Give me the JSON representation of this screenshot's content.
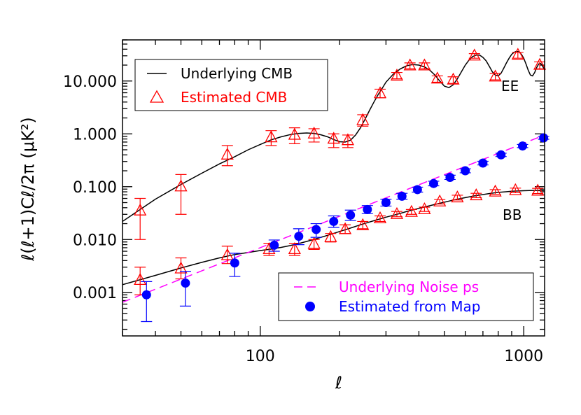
{
  "chart_data": {
    "type": "line",
    "title": "",
    "xlabel": "ℓ",
    "ylabel": "ℓ(ℓ+1)Cℓ/2π (μK²)",
    "x_scale": "log",
    "y_scale": "log",
    "xlim": [
      30,
      1200
    ],
    "ylim": [
      0.00015,
      60
    ],
    "x_ticks": [
      {
        "value": 100,
        "label": "100"
      },
      {
        "value": 1000,
        "label": "1000"
      }
    ],
    "y_ticks": [
      {
        "value": 0.001,
        "label": "0.001"
      },
      {
        "value": 0.01,
        "label": "0.010"
      },
      {
        "value": 0.1,
        "label": "0.100"
      },
      {
        "value": 1,
        "label": "1.000"
      },
      {
        "value": 10,
        "label": "10.000"
      }
    ],
    "curve_labels": {
      "ee": "EE",
      "bb": "BB"
    },
    "legend_top": {
      "position": "top-left",
      "entries": [
        {
          "label": "Underlying CMB",
          "color": "#000000",
          "marker": "line"
        },
        {
          "label": "Estimated CMB",
          "color": "#ff0000",
          "marker": "triangle"
        }
      ]
    },
    "legend_bottom": {
      "position": "bottom-right",
      "entries": [
        {
          "label": "Underlying Noise ps",
          "color": "#ff00ff",
          "marker": "dashed-line"
        },
        {
          "label": "Estimated from Map",
          "color": "#0000ff",
          "marker": "circle"
        }
      ]
    },
    "series": [
      {
        "name": "Underlying CMB",
        "id": "ee_theory",
        "kind": "line",
        "color": "#000000",
        "x": [
          30,
          40,
          50,
          60,
          70,
          80,
          90,
          100,
          110,
          120,
          130,
          140,
          150,
          160,
          170,
          180,
          190,
          200,
          210,
          220,
          230,
          240,
          250,
          260,
          270,
          280,
          290,
          300,
          320,
          340,
          360,
          380,
          400,
          420,
          440,
          460,
          480,
          500,
          520,
          540,
          560,
          580,
          600,
          620,
          640,
          660,
          680,
          700,
          720,
          740,
          760,
          780,
          800,
          820,
          840,
          860,
          880,
          900,
          920,
          940,
          960,
          980,
          1000,
          1020,
          1040,
          1060,
          1080,
          1100,
          1120,
          1140,
          1160,
          1180,
          1200
        ],
        "y": [
          0.022,
          0.058,
          0.11,
          0.18,
          0.27,
          0.37,
          0.5,
          0.63,
          0.77,
          0.88,
          0.97,
          1.02,
          1.04,
          1.02,
          0.96,
          0.88,
          0.78,
          0.71,
          0.7,
          0.76,
          0.95,
          1.3,
          1.9,
          2.8,
          4.0,
          5.5,
          7.2,
          9.5,
          13.5,
          17.0,
          19.5,
          20.5,
          20.0,
          18.5,
          16.0,
          13.0,
          10.0,
          8.0,
          7.5,
          8.5,
          11.0,
          15.0,
          20.0,
          25.0,
          29.0,
          31.0,
          31.0,
          28.0,
          24.0,
          19.0,
          15.0,
          13.0,
          12.5,
          14.0,
          17.5,
          22.0,
          27.0,
          32.0,
          35.0,
          36.5,
          35.5,
          32.0,
          27.0,
          21.0,
          16.0,
          13.0,
          12.5,
          14.5,
          18.0,
          21.0,
          21.5,
          19.0,
          16.0
        ]
      },
      {
        "name": "Estimated CMB",
        "id": "ee_est",
        "kind": "triangle",
        "color": "#ff0000",
        "points": [
          {
            "x": 35,
            "y": 0.035,
            "lo": 0.01,
            "hi": 0.06
          },
          {
            "x": 50,
            "y": 0.1,
            "lo": 0.03,
            "hi": 0.17
          },
          {
            "x": 75,
            "y": 0.4,
            "lo": 0.25,
            "hi": 0.6
          },
          {
            "x": 110,
            "y": 0.85,
            "lo": 0.6,
            "hi": 1.15
          },
          {
            "x": 135,
            "y": 0.95,
            "lo": 0.65,
            "hi": 1.3
          },
          {
            "x": 160,
            "y": 1.0,
            "lo": 0.7,
            "hi": 1.25
          },
          {
            "x": 190,
            "y": 0.8,
            "lo": 0.55,
            "hi": 1.0
          },
          {
            "x": 215,
            "y": 0.75,
            "lo": 0.55,
            "hi": 0.95
          },
          {
            "x": 245,
            "y": 1.8,
            "lo": 1.4,
            "hi": 2.3
          },
          {
            "x": 285,
            "y": 5.8,
            "lo": 4.8,
            "hi": 7.0
          },
          {
            "x": 330,
            "y": 12.5,
            "lo": 11.0,
            "hi": 14.5
          },
          {
            "x": 370,
            "y": 19.5,
            "lo": 17.0,
            "hi": 22.0
          },
          {
            "x": 420,
            "y": 19.5,
            "lo": 17.0,
            "hi": 22.0
          },
          {
            "x": 470,
            "y": 11.0,
            "lo": 9.5,
            "hi": 12.5
          },
          {
            "x": 540,
            "y": 10.5,
            "lo": 9.0,
            "hi": 12.0
          },
          {
            "x": 650,
            "y": 30.0,
            "lo": 27.0,
            "hi": 33.0
          },
          {
            "x": 780,
            "y": 12.0,
            "lo": 10.5,
            "hi": 14.0
          },
          {
            "x": 950,
            "y": 31.0,
            "lo": 27.0,
            "hi": 35.0
          },
          {
            "x": 1150,
            "y": 20.0,
            "lo": 17.0,
            "hi": 23.0
          }
        ]
      },
      {
        "name": "Underlying CMB",
        "id": "bb_theory",
        "kind": "line",
        "color": "#000000",
        "x": [
          30,
          40,
          50,
          60,
          70,
          80,
          90,
          100,
          110,
          120,
          130,
          140,
          150,
          160,
          180,
          200,
          220,
          240,
          260,
          280,
          300,
          330,
          360,
          400,
          450,
          500,
          550,
          600,
          650,
          700,
          750,
          800,
          850,
          900,
          950,
          1000,
          1050,
          1100,
          1150,
          1200
        ],
        "y": [
          0.0014,
          0.0021,
          0.0029,
          0.0037,
          0.0045,
          0.0052,
          0.0057,
          0.0062,
          0.0066,
          0.0071,
          0.0077,
          0.0084,
          0.0092,
          0.0101,
          0.012,
          0.0142,
          0.0165,
          0.019,
          0.0215,
          0.024,
          0.0265,
          0.03,
          0.034,
          0.039,
          0.045,
          0.051,
          0.057,
          0.062,
          0.067,
          0.071,
          0.075,
          0.078,
          0.08,
          0.082,
          0.083,
          0.084,
          0.0845,
          0.085,
          0.0845,
          0.084
        ]
      },
      {
        "name": "Estimated CMB",
        "id": "bb_est",
        "kind": "triangle",
        "color": "#ff0000",
        "points": [
          {
            "x": 35,
            "y": 0.0017,
            "lo": 0.0009,
            "hi": 0.003
          },
          {
            "x": 50,
            "y": 0.0028,
            "lo": 0.0018,
            "hi": 0.0045
          },
          {
            "x": 75,
            "y": 0.005,
            "lo": 0.0035,
            "hi": 0.0075
          },
          {
            "x": 108,
            "y": 0.0065,
            "lo": 0.005,
            "hi": 0.0085
          },
          {
            "x": 135,
            "y": 0.0065,
            "lo": 0.005,
            "hi": 0.0085
          },
          {
            "x": 160,
            "y": 0.0082,
            "lo": 0.0065,
            "hi": 0.01
          },
          {
            "x": 185,
            "y": 0.011,
            "lo": 0.009,
            "hi": 0.013
          },
          {
            "x": 210,
            "y": 0.0155,
            "lo": 0.013,
            "hi": 0.019
          },
          {
            "x": 245,
            "y": 0.0185,
            "lo": 0.016,
            "hi": 0.022
          },
          {
            "x": 285,
            "y": 0.025,
            "lo": 0.022,
            "hi": 0.028
          },
          {
            "x": 330,
            "y": 0.03,
            "lo": 0.027,
            "hi": 0.034
          },
          {
            "x": 375,
            "y": 0.033,
            "lo": 0.03,
            "hi": 0.037
          },
          {
            "x": 420,
            "y": 0.037,
            "lo": 0.034,
            "hi": 0.041
          },
          {
            "x": 480,
            "y": 0.052,
            "lo": 0.047,
            "hi": 0.057
          },
          {
            "x": 560,
            "y": 0.062,
            "lo": 0.056,
            "hi": 0.069
          },
          {
            "x": 660,
            "y": 0.068,
            "lo": 0.062,
            "hi": 0.075
          },
          {
            "x": 780,
            "y": 0.08,
            "lo": 0.072,
            "hi": 0.088
          },
          {
            "x": 930,
            "y": 0.085,
            "lo": 0.077,
            "hi": 0.094
          },
          {
            "x": 1130,
            "y": 0.083,
            "lo": 0.074,
            "hi": 0.093
          }
        ]
      },
      {
        "name": "Underlying Noise ps",
        "id": "noise_theory",
        "kind": "dashed-line",
        "color": "#ff00ff",
        "x": [
          30,
          1200
        ],
        "y": [
          0.00065,
          0.95
        ]
      },
      {
        "name": "Estimated from Map",
        "id": "noise_est",
        "kind": "circle",
        "color": "#0000ff",
        "points": [
          {
            "x": 37,
            "y": 0.0009,
            "lo": 0.00028,
            "hi": 0.0016
          },
          {
            "x": 52,
            "y": 0.0015,
            "lo": 0.00055,
            "hi": 0.0025
          },
          {
            "x": 80,
            "y": 0.0036,
            "lo": 0.002,
            "hi": 0.0055
          },
          {
            "x": 113,
            "y": 0.0078,
            "lo": 0.006,
            "hi": 0.0098
          },
          {
            "x": 140,
            "y": 0.0115,
            "lo": 0.008,
            "hi": 0.016
          },
          {
            "x": 163,
            "y": 0.0155,
            "lo": 0.011,
            "hi": 0.02
          },
          {
            "x": 190,
            "y": 0.022,
            "lo": 0.017,
            "hi": 0.028
          },
          {
            "x": 220,
            "y": 0.029,
            "lo": 0.023,
            "hi": 0.036
          },
          {
            "x": 255,
            "y": 0.037,
            "lo": 0.031,
            "hi": 0.044
          },
          {
            "x": 300,
            "y": 0.05,
            "lo": 0.043,
            "hi": 0.058
          },
          {
            "x": 345,
            "y": 0.066,
            "lo": 0.058,
            "hi": 0.075
          },
          {
            "x": 395,
            "y": 0.088,
            "lo": 0.079,
            "hi": 0.098
          },
          {
            "x": 455,
            "y": 0.115,
            "lo": 0.104,
            "hi": 0.127
          },
          {
            "x": 525,
            "y": 0.15,
            "lo": 0.137,
            "hi": 0.165
          },
          {
            "x": 600,
            "y": 0.2,
            "lo": 0.183,
            "hi": 0.218
          },
          {
            "x": 700,
            "y": 0.28,
            "lo": 0.258,
            "hi": 0.303
          },
          {
            "x": 820,
            "y": 0.4,
            "lo": 0.372,
            "hi": 0.43
          },
          {
            "x": 990,
            "y": 0.59,
            "lo": 0.55,
            "hi": 0.63
          },
          {
            "x": 1190,
            "y": 0.84,
            "lo": 0.79,
            "hi": 0.89
          }
        ]
      }
    ]
  }
}
